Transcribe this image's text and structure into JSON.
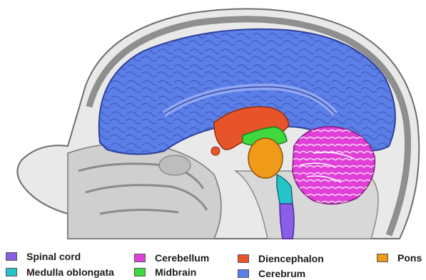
{
  "legend": [
    {
      "label": "Spinal cord",
      "color": "#8a5ee6"
    },
    {
      "label": "Medulla oblongata",
      "color": "#26c3c9"
    },
    {
      "label": "Cerebellum",
      "color": "#e040d8"
    },
    {
      "label": "Midbrain",
      "color": "#3ed93e"
    },
    {
      "label": "Diencephalon",
      "color": "#e8542a"
    },
    {
      "label": "Cerebrum",
      "color": "#5b7fe8"
    },
    {
      "label": "Pons",
      "color": "#f09a1a"
    }
  ]
}
